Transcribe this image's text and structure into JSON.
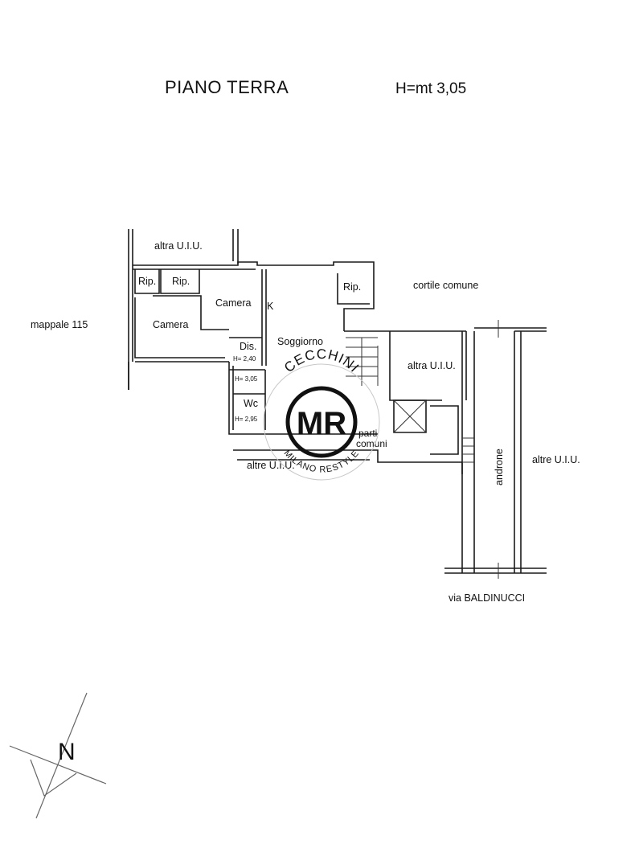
{
  "title": "PIANO  TERRA",
  "height_main": "H=mt 3,05",
  "rooms": {
    "altra_uiu_top": "altra U.I.U.",
    "rip1": "Rip.",
    "rip2": "Rip.",
    "rip3": "Rip.",
    "camera1": "Camera",
    "camera2": "Camera",
    "k": "K",
    "soggiorno": "Soggiorno",
    "dis": "Dis.",
    "wc": "Wc",
    "altra_uiu_right": "altra U.I.U.",
    "parti": "parti",
    "comuni": "comuni",
    "altre_uiu_bottom": "altre U.I.U.",
    "androne": "androne",
    "altre_uiu_right": "altre U.I.U."
  },
  "heights": {
    "h1": "H= 2,40",
    "h2": "H= 3,05",
    "h3": "H= 2,95"
  },
  "context": {
    "mappale": "mappale 115",
    "cortile": "cortile comune",
    "via": "via BALDINUCCI"
  },
  "watermark": {
    "top": "CECCHINI",
    "logo": "MR",
    "bottom": "MILANO RESTYLE"
  },
  "north_label": "N"
}
